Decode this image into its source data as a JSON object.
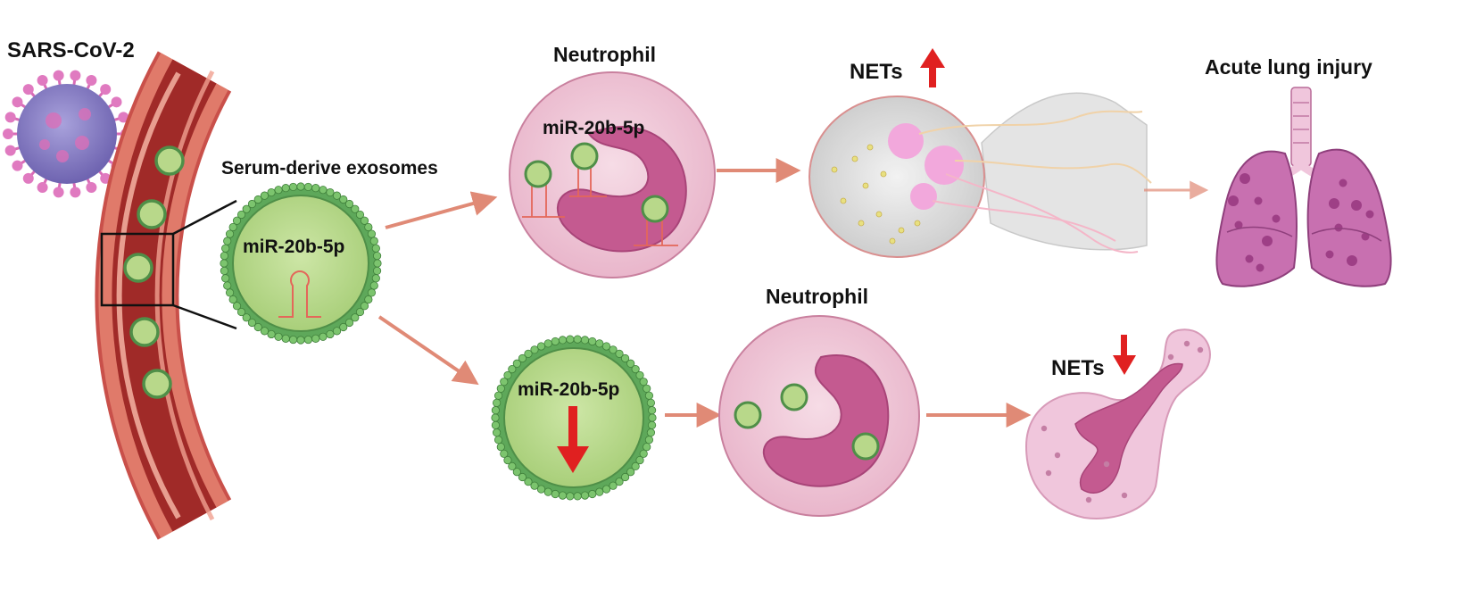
{
  "labels": {
    "virus": "SARS-CoV-2",
    "exosomes": "Serum-derive exosomes",
    "neutrophil_top": "Neutrophil",
    "neutrophil_bottom": "Neutrophil",
    "nets_top": "NETs",
    "nets_bottom": "NETs",
    "lung": "Acute lung injury",
    "mirna_exosome": "miR-20b-5p",
    "mirna_neutrophil": "miR-20b-5p",
    "mirna_exosome_low": "miR-20b-5p"
  },
  "colors": {
    "vessel_outer": "#d9685a",
    "vessel_inner": "#a8322d",
    "vessel_highlight": "#f0a08f",
    "exosome_fill": "#b8d88a",
    "exosome_ring": "#5ea85a",
    "cell_fill": "#f0c6d6",
    "nucleus": "#c45a90",
    "connector_arrow": "#e4907f",
    "change_arrow": "#e02020",
    "lung": "#c870b0",
    "virus_body": "#8b7fc4",
    "virus_spike": "#e07ac0"
  },
  "indicators": {
    "nets_top": "up",
    "nets_bottom": "down",
    "mirna_exosome_low": "down"
  }
}
